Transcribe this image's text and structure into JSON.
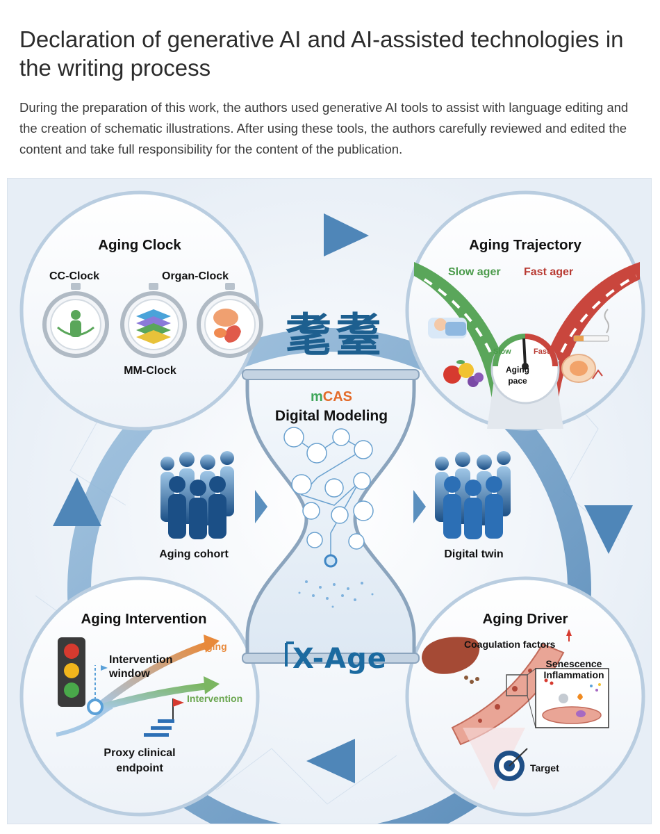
{
  "header": {
    "title": "Declaration of generative AI and AI-assisted technologies in the writing process",
    "paragraph": "During the preparation of this work, the authors used generative AI tools to assist with language editing and the creation of schematic illustrations. After using these tools, the authors carefully reviewed and edited the content and take full responsibility for the content of the publication."
  },
  "figure": {
    "calligraphy": "耄耋",
    "center_brand_m": "m",
    "center_brand_cas": "CAS",
    "center_title": "Digital Modeling",
    "xage": "X-Age",
    "left_group": "Aging cohort",
    "right_group": "Digital twin",
    "aging_clock": {
      "title": "Aging Clock",
      "cc": "CC-Clock",
      "organ": "Organ-Clock",
      "mm": "MM-Clock"
    },
    "aging_trajectory": {
      "title": "Aging Trajectory",
      "slow": "Slow ager",
      "fast": "Fast ager",
      "gauge_slow": "Slow",
      "gauge_fast": "Fast",
      "gauge_label1": "Aging",
      "gauge_label2": "pace"
    },
    "aging_intervention": {
      "title": "Aging Intervention",
      "window1": "Intervention",
      "window2": "window",
      "aging": "Aging",
      "intervention": "Intervention",
      "proxy1": "Proxy clinical",
      "proxy2": "endpoint"
    },
    "aging_driver": {
      "title": "Aging Driver",
      "coag": "Coagulation factors",
      "sen1": "Senescence",
      "sen2": "Inflammation",
      "target": "Target"
    },
    "colors": {
      "ring": "#5a8fbe",
      "blue_dark": "#1b4f86",
      "green": "#5aa65a",
      "red": "#c9463d",
      "orange": "#e8893a"
    }
  }
}
